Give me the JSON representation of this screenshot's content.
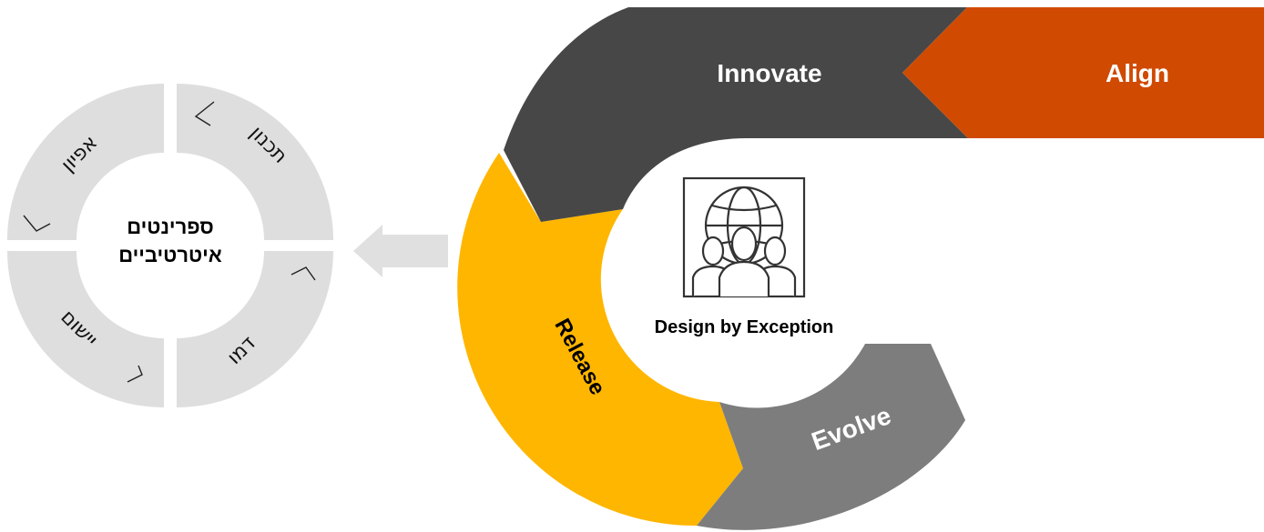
{
  "colors": {
    "align": "#D04A02",
    "innovate": "#474747",
    "release": "#FFB600",
    "evolve": "#7D7D7D",
    "ring": "#DEDEDE",
    "arrow": "#E0E0E0",
    "text_dark": "#000000",
    "text_light": "#FFFFFF"
  },
  "cycle": {
    "align": "Align",
    "innovate": "Innovate",
    "release": "Release",
    "evolve": "Evolve",
    "center": "Design by Exception",
    "center_icon": "globe-people-icon"
  },
  "sprint_ring": {
    "center_line1": "ספרינטים",
    "center_line2": "איטרטיביים",
    "planning": "תכנון",
    "simulation": "דמו",
    "implementation": "יישום",
    "optimization": "אפיון",
    "chevron_icon": "chevron-icon"
  },
  "connector_icon": "arrow-left-icon"
}
